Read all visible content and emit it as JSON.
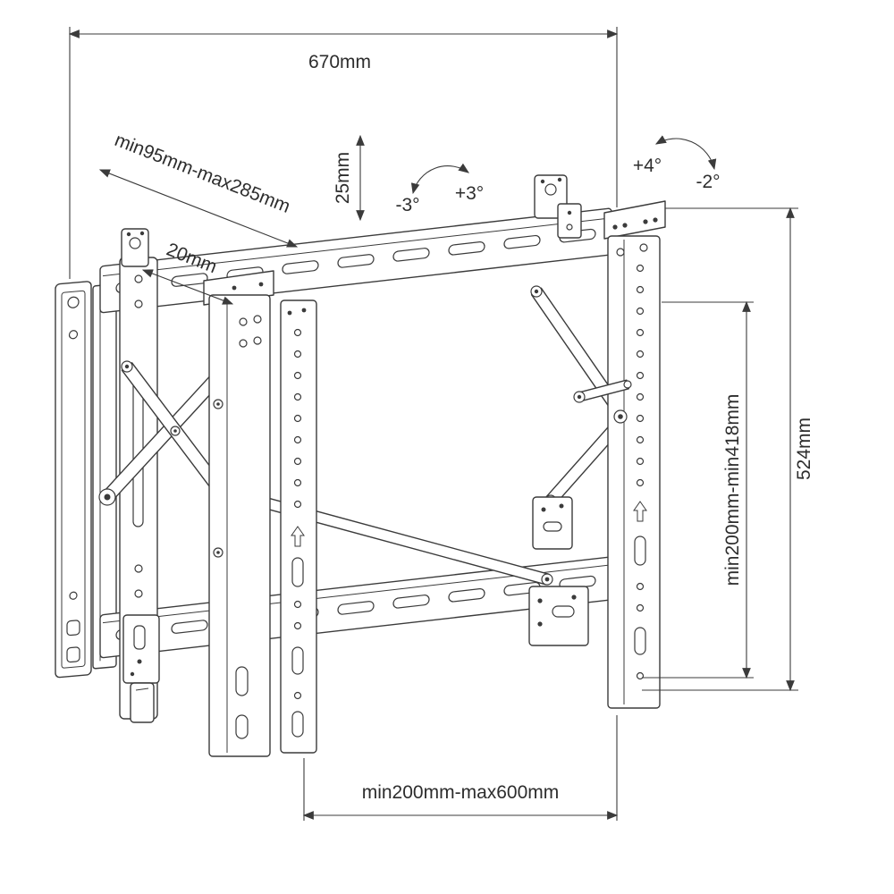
{
  "style": {
    "line_color": "#3b3b3b",
    "background": "#ffffff"
  },
  "labels": {
    "width_total": "670mm",
    "depth_range": "min95mm-max285mm",
    "offset": "20mm",
    "height_adjust": "25mm",
    "tilt_minus": "-3°",
    "tilt_plus": "+3°",
    "swivel_plus": "+4°",
    "swivel_minus": "-2°",
    "height_total": "524mm",
    "vesa_vertical": "min200mm-min418mm",
    "vesa_horizontal": "min200mm-max600mm"
  }
}
